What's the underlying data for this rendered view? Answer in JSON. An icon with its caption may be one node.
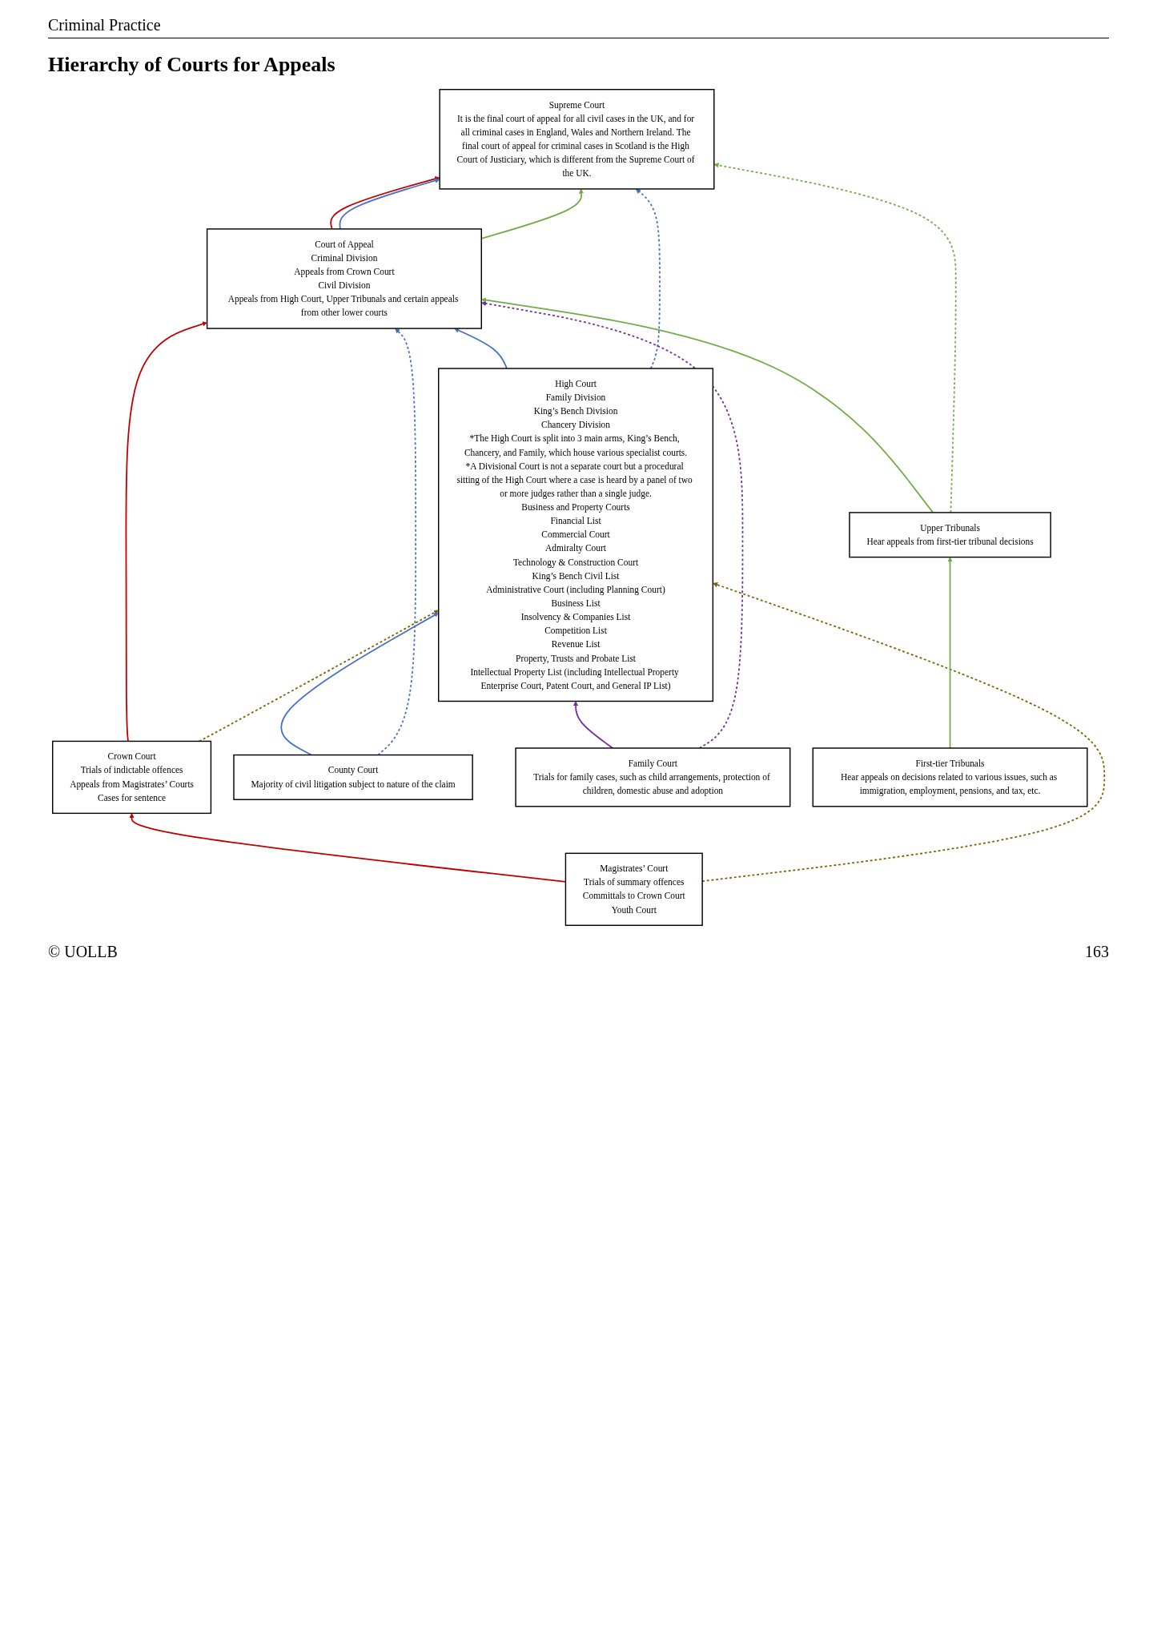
{
  "diagram": {
    "title": "Hierarchy of Courts for Appeals",
    "nodes": [
      {
        "text": [
          "Supreme Court",
          "It is the final court of appeal for all civil cases in the UK, and for all criminal cases in England, Wales and Northern Ireland. The final court of appeal for criminal cases in Scotland is the High Court of Justiciary, which is different from the Supreme Court of the UK."
        ]
      },
      {
        "text": [
          "Court of Appeal",
          "Criminal Division",
          "Appeals from Crown Court",
          "Civil Division",
          "Appeals from High Court, Upper Tribunals and certain appeals from other lower courts"
        ]
      },
      {
        "text": [
          "High Court",
          "Family Division",
          "King’s Bench Division",
          "Chancery Division",
          "*The High Court is split into 3 main arms, King’s Bench, Chancery, and Family, which house various specialist courts.",
          "*A Divisional Court is not a separate court but a procedural sitting of the High Court where a case is heard by a panel of two or more judges rather than a single judge.",
          "Business and Property Courts",
          "Financial List",
          "Commercial Court",
          "Admiralty Court",
          "Technology & Construction Court",
          "King’s Bench Civil List",
          "Administrative Court (including Planning Court)",
          "Business List",
          "Insolvency & Companies List",
          "Competition List",
          "Revenue List",
          "Property, Trusts and Probate List",
          "Intellectual Property List (including Intellectual Property Enterprise Court, Patent Court, and General IP List)"
        ]
      },
      {
        "text": [
          "Crown Court",
          "Trials of indictable offences",
          "Appeals from Magistrates’ Courts",
          "Cases for sentence"
        ]
      },
      {
        "text": [
          "County Court",
          "Majority of civil litigation subject to nature of the claim"
        ]
      },
      {
        "text": [
          "Magistrates’ Court",
          "Trials of summary offences",
          "Committals to Crown Court",
          "Youth Court"
        ]
      },
      {
        "text": [
          "Upper Tribunals",
          "Hear appeals from first-tier tribunal decisions"
        ]
      },
      {
        "text": [
          "Family Court",
          "Trials for family cases, such as child arrangements, protection of children, domestic abuse and adoption"
        ]
      },
      {
        "text": [
          "First-tier Tribunals",
          "Hear appeals on decisions related to various issues, such as immigration, employment, pensions, and tax, etc."
        ]
      }
    ],
    "edges": [
      {
        "from": 1,
        "to": 0,
        "arrow": "to",
        "color": "#c00000"
      },
      {
        "from": 1,
        "to": 0,
        "arrow": "to",
        "color": "#4472c4"
      },
      {
        "from": 1,
        "to": 0,
        "arrow": "to",
        "color": "#70ad47"
      },
      {
        "from": 2,
        "to": 1,
        "arrow": "to",
        "color": "#4472c4"
      },
      {
        "from": 2,
        "to": 0,
        "arrow": "to",
        "style": "dashed",
        "color": "#4472c4"
      },
      {
        "from": 3,
        "to": 1,
        "arrow": "to",
        "color": "#c00000"
      },
      {
        "from": 5,
        "to": 3,
        "arrow": "to",
        "color": "#c00000"
      },
      {
        "from": 3,
        "to": 2,
        "arrow": "to",
        "style": "dashed",
        "color": "#7f6000"
      },
      {
        "from": 5,
        "to": 2,
        "arrow": "to",
        "style": "dashed",
        "color": "#7f6000"
      },
      {
        "from": 7,
        "to": 2,
        "arrow": "to",
        "color": "#7030a0"
      },
      {
        "from": 4,
        "to": 2,
        "arrow": "to",
        "color": "#4472c4"
      },
      {
        "from": 4,
        "to": 1,
        "arrow": "to",
        "style": "dashed",
        "color": "#4472c4"
      },
      {
        "from": 7,
        "to": 1,
        "arrow": "to",
        "style": "dashed",
        "color": "#7030a0"
      },
      {
        "from": 6,
        "to": 1,
        "arrow": "to",
        "color": "#70ad47"
      },
      {
        "from": 6,
        "to": 0,
        "arrow": "to",
        "style": "dashed",
        "color": "#70ad47"
      },
      {
        "from": 8,
        "to": 6,
        "arrow": "to",
        "color": "#70ad47"
      }
    ],
    "labels": [
      "Criminal Practice",
      "© UOLLB",
      "163"
    ]
  }
}
